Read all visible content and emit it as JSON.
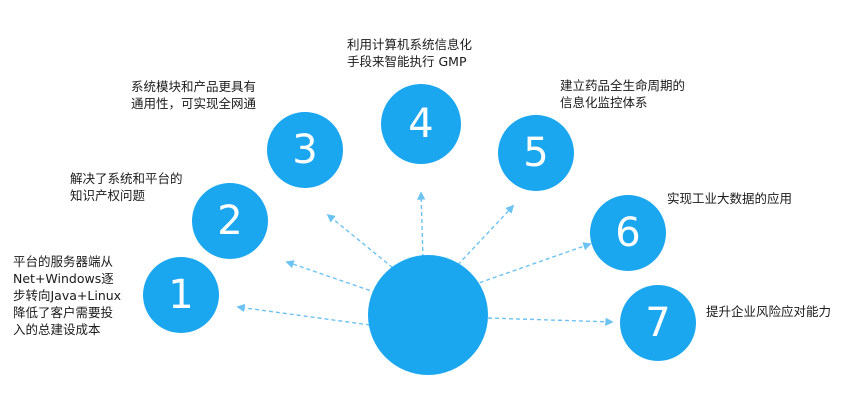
{
  "diagram": {
    "accent_color": "#1aa7f0",
    "arrow_color": "#6cc3f3",
    "hub": {
      "label": ""
    },
    "nodes": [
      {
        "number": "1",
        "text": "平台的服务器端从\nNet+Windows逐\n步转向Java+Linux\n降低了客户需要投\n入的总建设成本"
      },
      {
        "number": "2",
        "text": "解决了系统和平台的\n知识产权问题"
      },
      {
        "number": "3",
        "text": "系统模块和产品更具有\n通用性，可实现全网通"
      },
      {
        "number": "4",
        "text": "利用计算机系统信息化\n手段来智能执行  GMP"
      },
      {
        "number": "5",
        "text": "建立药品全生命周期的\n信息化监控体系"
      },
      {
        "number": "6",
        "text": "实现工业大数据的应用"
      },
      {
        "number": "7",
        "text": "提升企业风险应对能力"
      }
    ]
  }
}
